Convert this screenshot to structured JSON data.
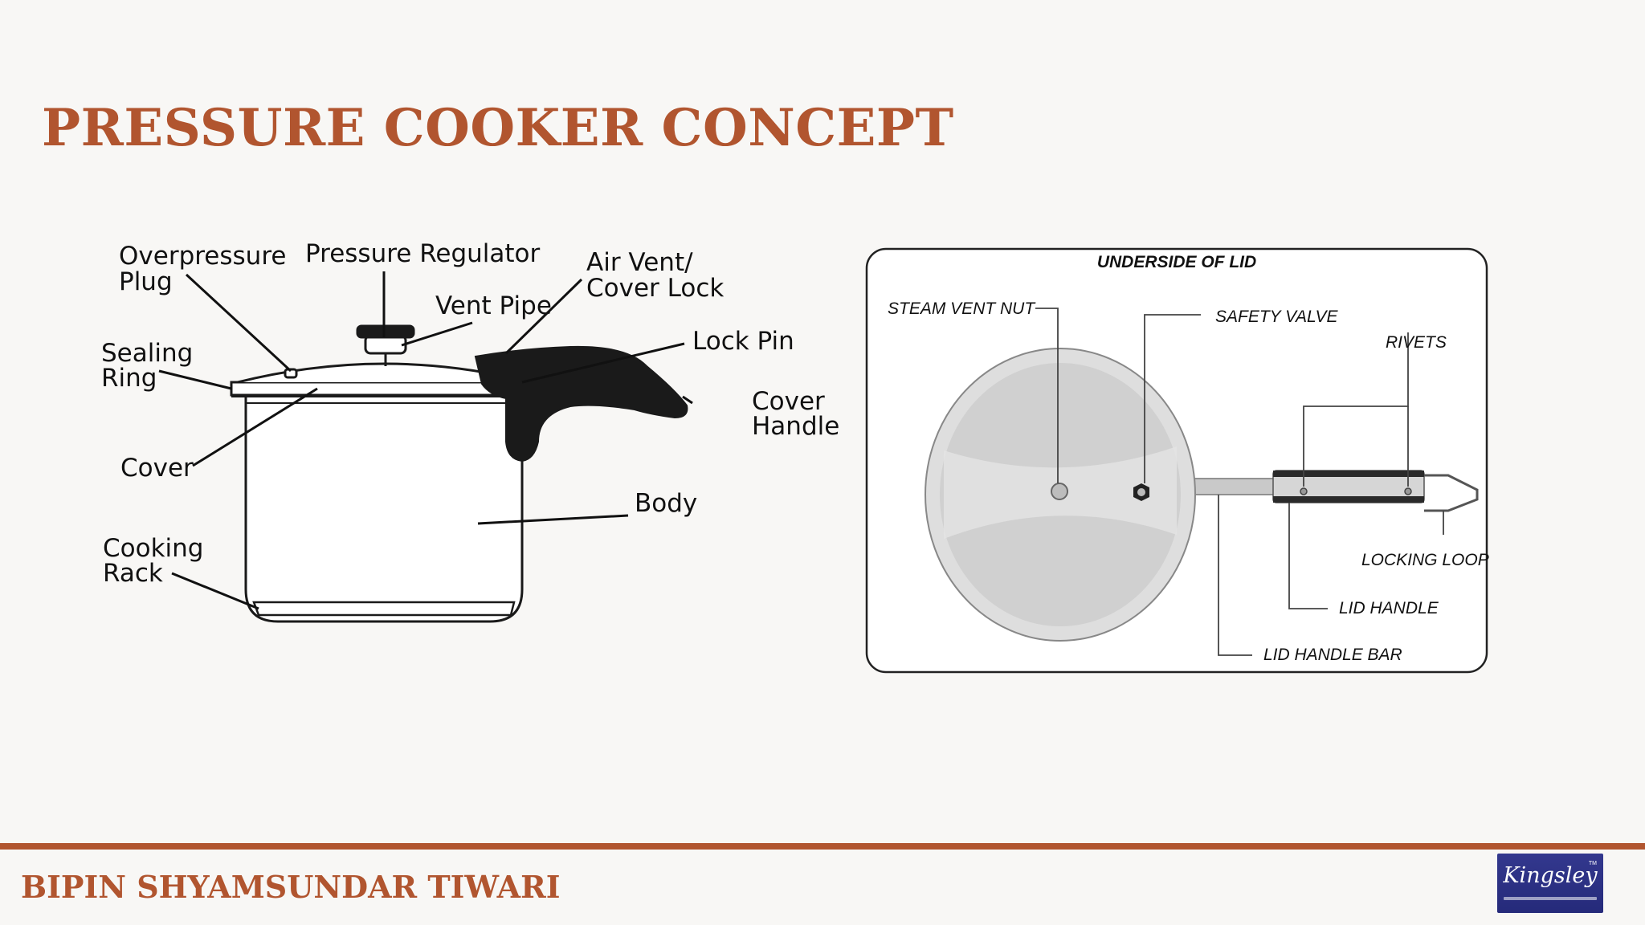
{
  "slide": {
    "title": "PRESSURE COOKER CONCEPT",
    "footer_name": "BIPIN SHYAMSUNDAR TIWARI",
    "logo_text": "Kingsley",
    "logo_tm": "TM"
  },
  "cooker": {
    "labels": {
      "overpressure_plug_1": "Overpressure",
      "overpressure_plug_2": "Plug",
      "pressure_regulator": "Pressure Regulator",
      "vent_pipe": "Vent Pipe",
      "air_vent_1": "Air Vent/",
      "air_vent_2": "Cover Lock",
      "lock_pin": "Lock Pin",
      "sealing_ring_1": "Sealing",
      "sealing_ring_2": "Ring",
      "cover": "Cover",
      "cover_handle_1": "Cover",
      "cover_handle_2": "Handle",
      "body": "Body",
      "cooking_rack_1": "Cooking",
      "cooking_rack_2": "Rack"
    }
  },
  "lid": {
    "heading": "UNDERSIDE OF LID",
    "labels": {
      "steam_vent_nut": "STEAM VENT NUT",
      "safety_valve": "SAFETY VALVE",
      "rivets": "RIVETS",
      "locking_loop": "LOCKING LOOP",
      "lid_handle": "LID HANDLE",
      "lid_handle_bar": "LID HANDLE BAR"
    }
  },
  "colors": {
    "accent": "#b1552f",
    "logo_blue": "#2a2f80",
    "background": "#f8f7f5"
  }
}
